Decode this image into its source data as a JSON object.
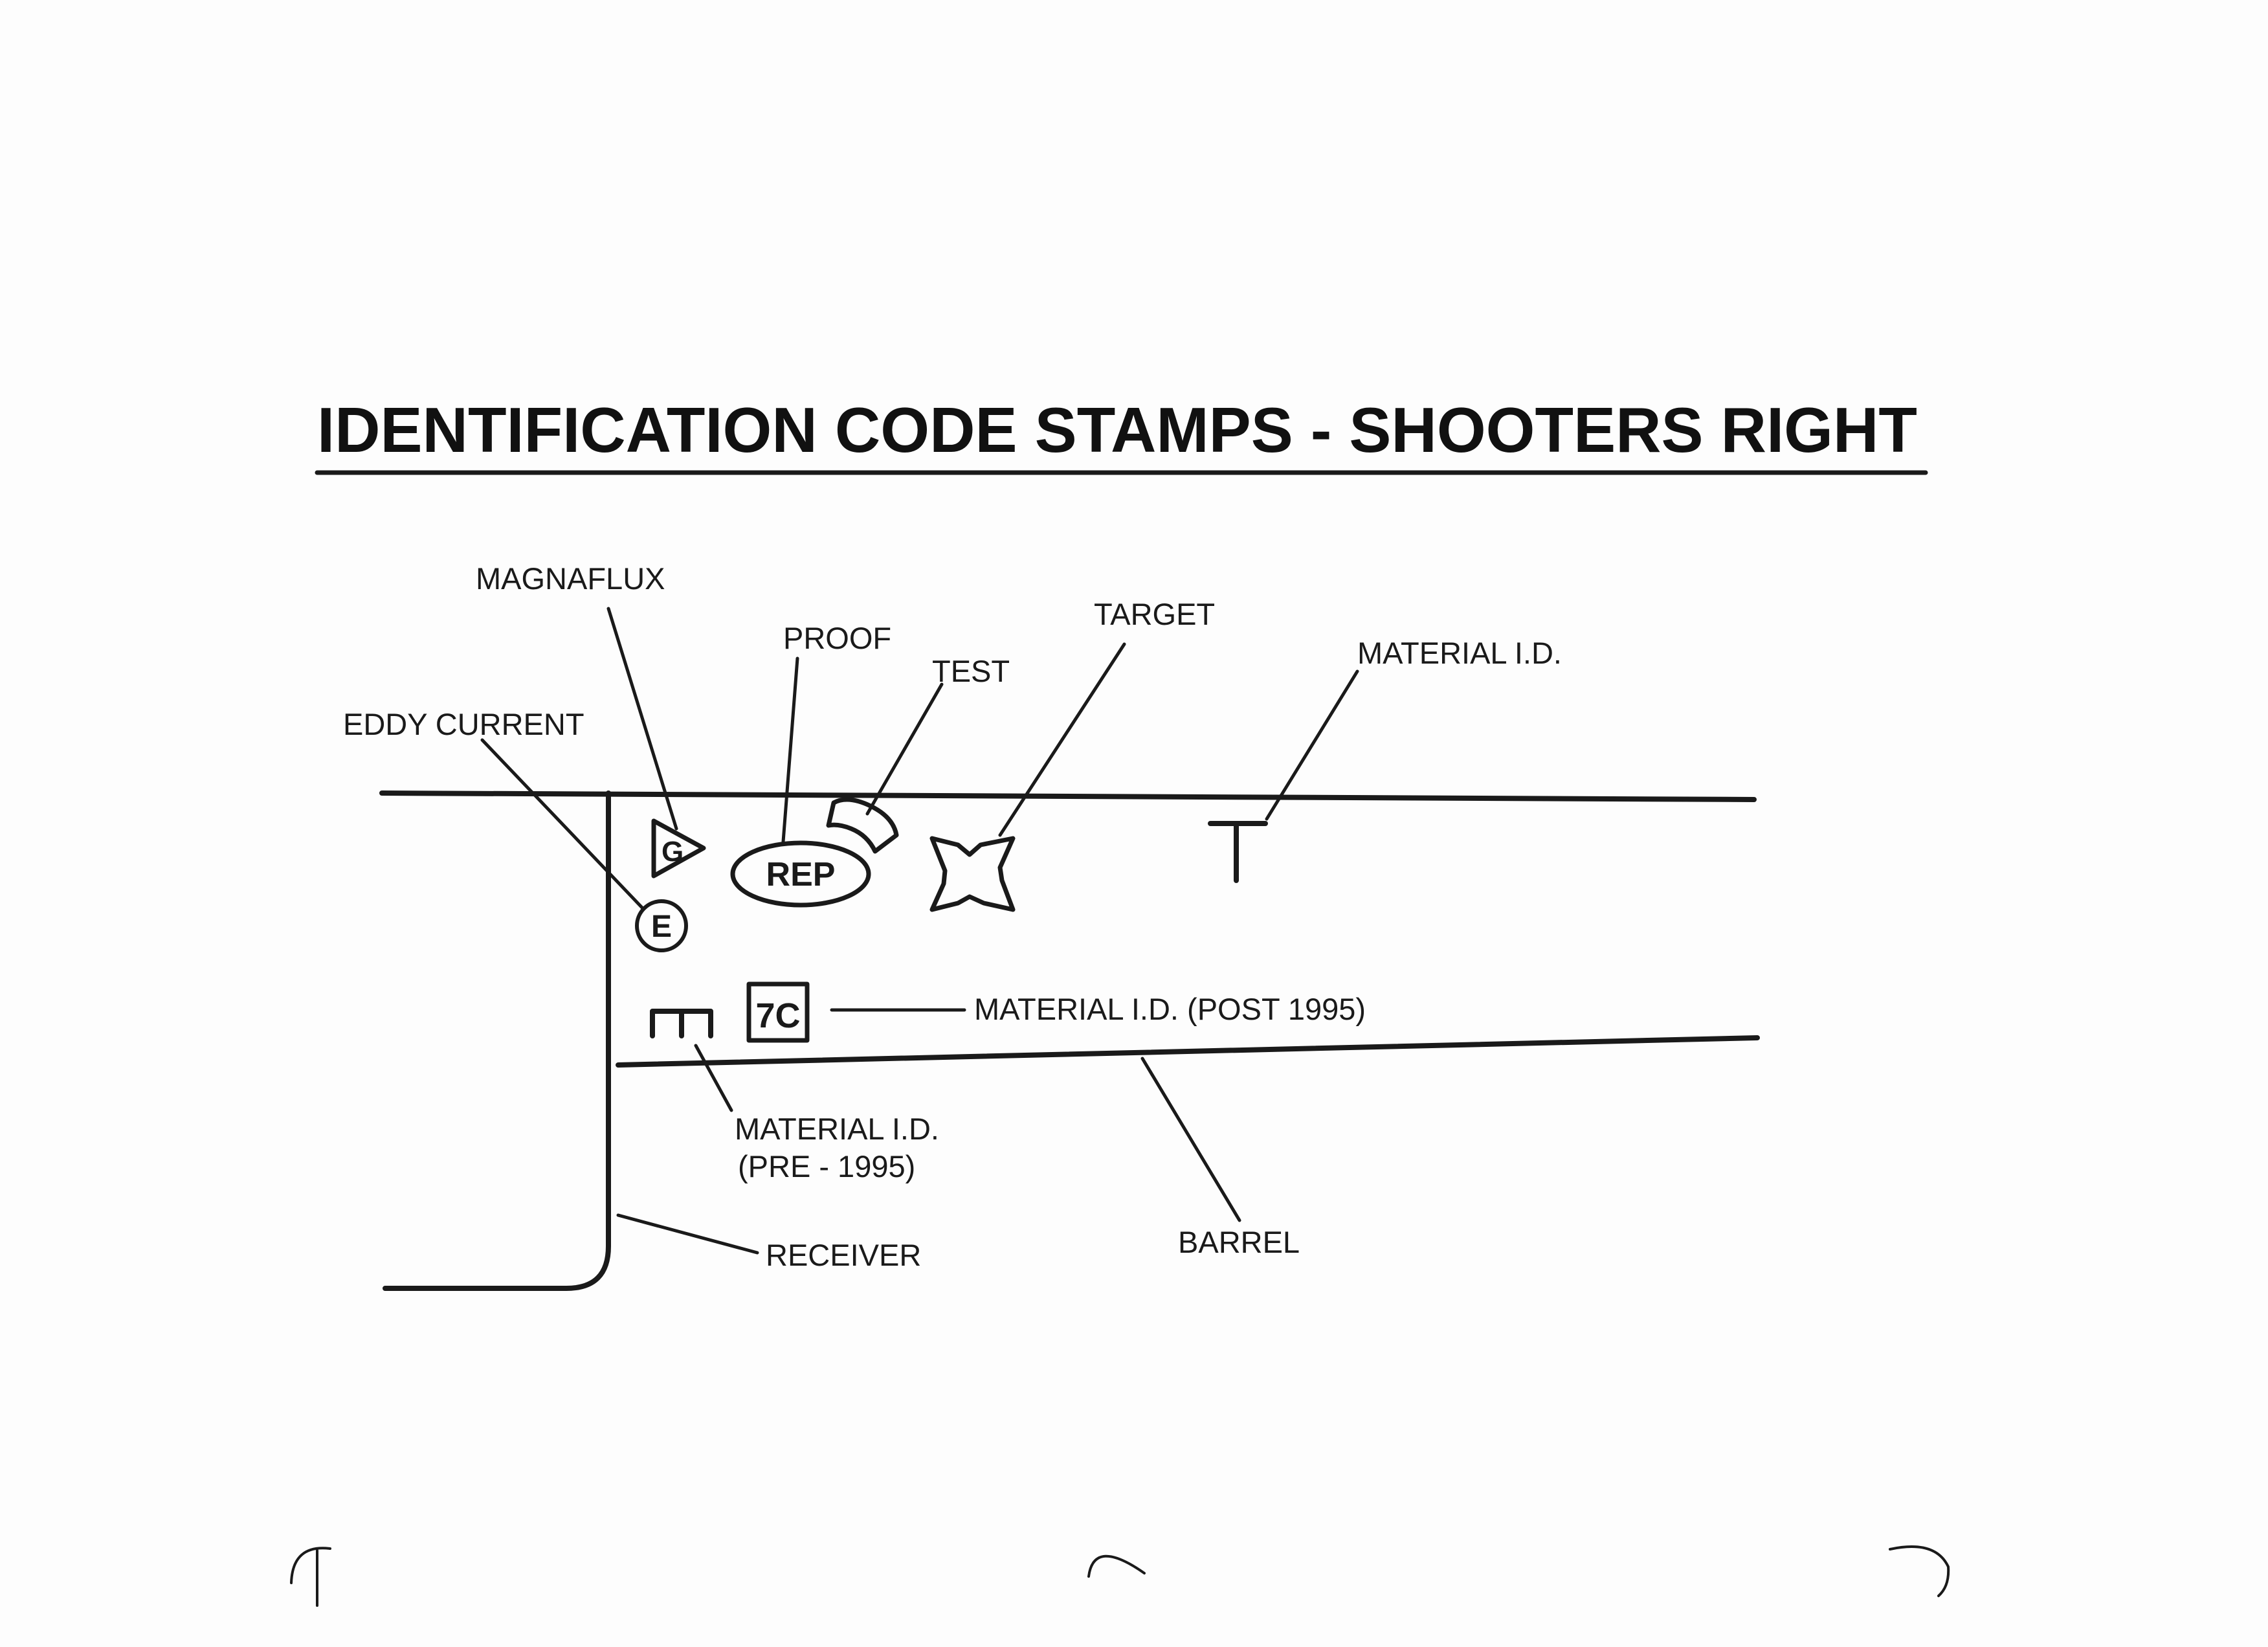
{
  "title": "IDENTIFICATION CODE STAMPS - SHOOTERS RIGHT",
  "labels": {
    "magnaflux": "MAGNAFLUX",
    "proof": "PROOF",
    "test": "TEST",
    "target": "TARGET",
    "material_id": "MATERIAL I.D.",
    "eddy_current": "EDDY CURRENT",
    "material_id_post_1995": "MATERIAL I.D. (POST 1995)",
    "material_id_pre_1995_line1": "MATERIAL I.D.",
    "material_id_pre_1995_line2": "(PRE - 1995)",
    "receiver": "RECEIVER",
    "barrel": "BARREL"
  },
  "stamps": {
    "magnaflux": "G",
    "proof": "REP",
    "eddy_current": "E",
    "material_post_1995": "7C"
  }
}
